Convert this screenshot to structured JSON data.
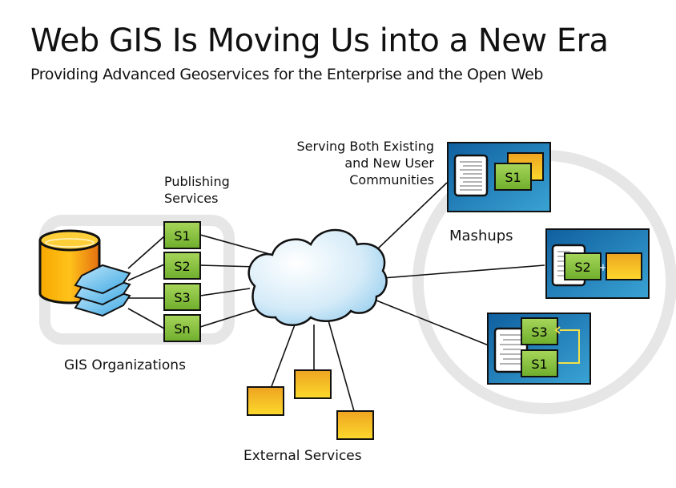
{
  "title": "Web GIS Is Moving Us into a New Era",
  "subtitle": "Providing Advanced Geoservices for the Enterprise and the Open Web",
  "labels": {
    "publishing": [
      "Publishing",
      "Services"
    ],
    "gis_orgs": "GIS Organizations",
    "serving": [
      "Serving Both Existing",
      "and New User",
      "Communities"
    ],
    "mashups": "Mashups",
    "external": "External Services"
  },
  "services": [
    "S1",
    "S2",
    "S3",
    "Sn"
  ],
  "mashup_boxes": [
    {
      "services": [
        "S1"
      ]
    },
    {
      "services": [
        "S2"
      ],
      "connector": "+"
    },
    {
      "services": [
        "S3",
        "S1"
      ]
    }
  ],
  "colors": {
    "green": "#8cc63f",
    "orange": "#f5b52a",
    "blue_panel": "#1d6fae",
    "cloud": "#cfe8f7",
    "gray_ring": "#e6e6e6"
  }
}
